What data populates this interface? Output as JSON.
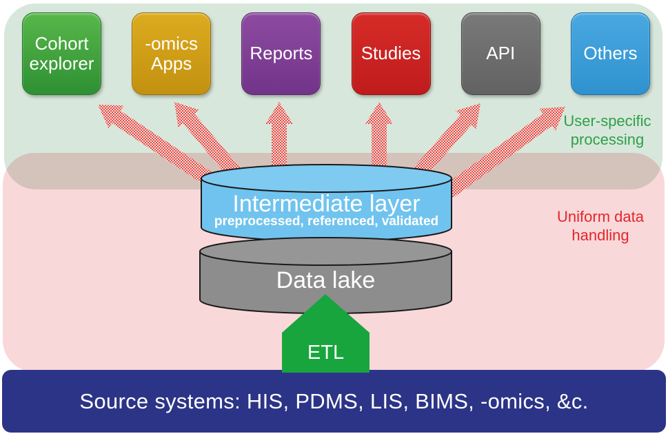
{
  "apps": [
    {
      "label": "Cohort explorer",
      "color": "#3fa23b"
    },
    {
      "label": "-omics Apps",
      "color": "#d2a013"
    },
    {
      "label": "Reports",
      "color": "#7e3f94"
    },
    {
      "label": "Studies",
      "color": "#cb2122"
    },
    {
      "label": "API",
      "color": "#6e6d6d"
    },
    {
      "label": "Others",
      "color": "#3c9edb"
    }
  ],
  "intermediate_layer": {
    "title": "Intermediate layer",
    "subtitle": "preprocessed, referenced, validated",
    "color": "#70c3ee"
  },
  "data_lake": {
    "title": "Data lake",
    "color": "#8d8d8d"
  },
  "etl": {
    "label": "ETL",
    "color": "#18a53d"
  },
  "source_bar": {
    "text": "Source systems: HIS, PDMS, LIS, BIMS, -omics, &c.",
    "color": "#2c3487"
  },
  "annotations": {
    "user_specific": {
      "text": "User-specific processing",
      "color": "#2da04a"
    },
    "uniform": {
      "text": "Uniform data handling",
      "color": "#e3262b"
    }
  },
  "regions": {
    "user_processing_color": "#d8e7db",
    "uniform_handling_color": "#f9d8da",
    "overlap_color": "#d1c5ba"
  },
  "arrows": {
    "style": "dotted-red",
    "color": "#e14b49",
    "targets": [
      "Cohort explorer",
      "-omics Apps",
      "Reports",
      "Studies",
      "API",
      "Others"
    ]
  }
}
